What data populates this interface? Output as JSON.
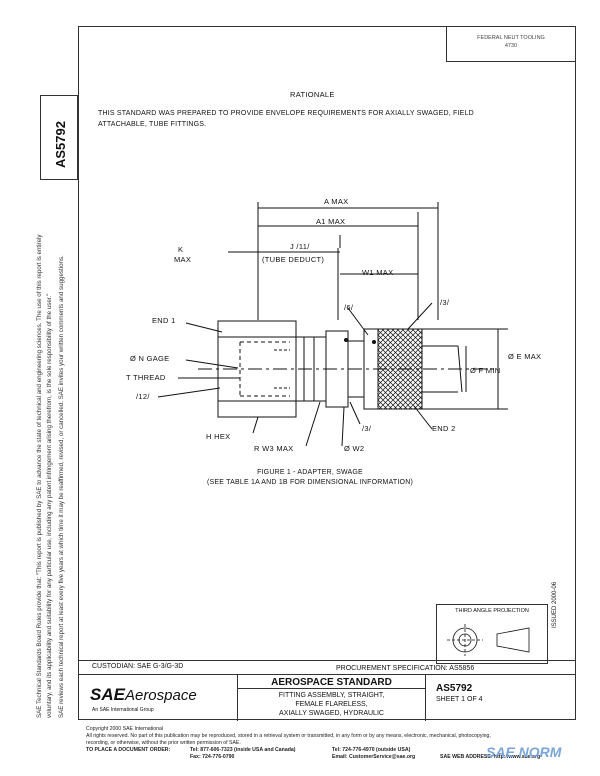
{
  "header": {
    "top_box_line1": "FEDERAL NEUT TOOLING",
    "top_box_line2": "4730",
    "std_id": "AS5792"
  },
  "sidebar_legal": {
    "line1": "SAE Technical Standards Board Rules provide that: \"This report is published by SAE to advance the state of technical and engineering sciences. The use of this report is entirely",
    "line2": "voluntary, and its applicability and suitability for any particular use, including any patent infringement arising therefrom, is the sole responsibility of the user.\"",
    "line3": "SAE reviews each technical report at least every five years at which time it may be reaffirmed, revised, or cancelled. SAE invites your written comments and suggestions."
  },
  "rationale": {
    "title": "RATIONALE",
    "text": "THIS STANDARD WAS PREPARED TO PROVIDE ENVELOPE REQUIREMENTS FOR AXIALLY SWAGED, FIELD ATTACHABLE, TUBE FITTINGS."
  },
  "figure": {
    "labels": {
      "a_max": "A MAX",
      "a1_max": "A1 MAX",
      "k": "K",
      "k_max": "MAX",
      "j11": "J /11/",
      "tube_deduct": "(TUBE DEDUCT)",
      "w1_max": "W1 MAX",
      "n6": "/6/",
      "n3_top": "/3/",
      "end1": "END 1",
      "n_gage": "Ø N GAGE",
      "t_thread": "T THREAD",
      "n12": "/12/",
      "e_max": "Ø E MAX",
      "f_min": "Ø F MIN",
      "n3_bottom": "/3/",
      "end2": "END 2",
      "h_hex": "H HEX",
      "r_w3_max": "R W3 MAX",
      "w2": "Ø W2"
    },
    "caption_line1": "FIGURE 1 - ADAPTER, SWAGE",
    "caption_line2": "(SEE TABLE 1A AND 1B FOR DIMENSIONAL INFORMATION)"
  },
  "third_angle": {
    "title": "THIRD ANGLE PROJECTION"
  },
  "issued": "ISSUED 2000-06",
  "custodian": "CUSTODIAN: SAE G-3/G-3D",
  "procurement": "PROCUREMENT SPECIFICATION: AS5856",
  "title_block": {
    "logo_sae": "SAE",
    "logo_aero": "Aerospace",
    "logo_sub": "An SAE International Group",
    "std_heading": "AEROSPACE STANDARD",
    "desc1": "FITTING ASSEMBLY, STRAIGHT,",
    "desc2": "FEMALE FLARELESS,",
    "desc3": "AXIALLY SWAGED, HYDRAULIC",
    "std_number": "AS5792",
    "sheet": "SHEET 1 OF 4"
  },
  "footer": {
    "copyright": "Copyright 2000 SAE International",
    "rights": "All rights reserved. No part of this publication may be reproduced, stored in a retrieval system or transmitted, in any form or by any means, electronic, mechanical, photocopying,",
    "rights2": "recording, or otherwise, without the prior written permission of SAE.",
    "order_label": "TO PLACE A DOCUMENT ORDER:",
    "tel1": "Tel: 877-606-7323 (inside USA and Canada)",
    "tel2": "Tel: 724-776-4970 (outside USA)",
    "fax": "Fax: 724-776-0790",
    "email": "Email: CustomerService@sae.org",
    "web": "SAE WEB ADDRESS: http://www.sae.org"
  },
  "watermark": "SAE NORM"
}
